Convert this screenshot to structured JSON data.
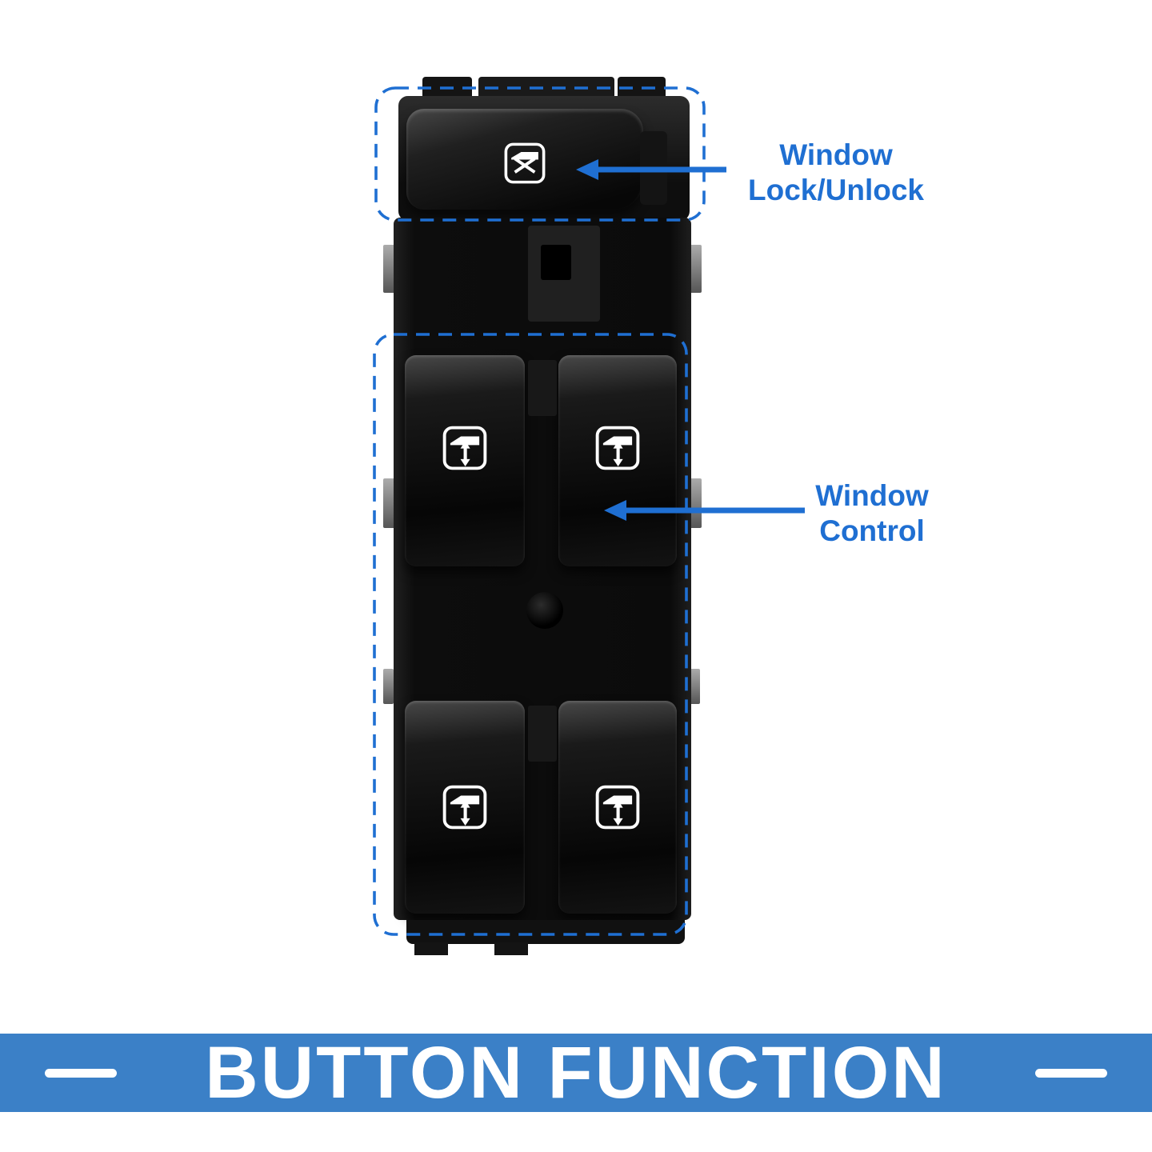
{
  "annotations": {
    "lock": {
      "line1": "Window",
      "line2": "Lock/Unlock"
    },
    "control": {
      "line1": "Window",
      "line2": "Control"
    }
  },
  "banner": {
    "title": "BUTTON FUNCTION"
  },
  "colors": {
    "accent_blue": "#1f6fd2",
    "banner_blue": "#3b80c7",
    "switch_black": "#0d0d0d",
    "icon_white": "#ffffff",
    "clip_gray": "#8a8a8a"
  },
  "icons": {
    "lock_button": "window-lock-icon",
    "window_buttons": "window-control-icon"
  }
}
